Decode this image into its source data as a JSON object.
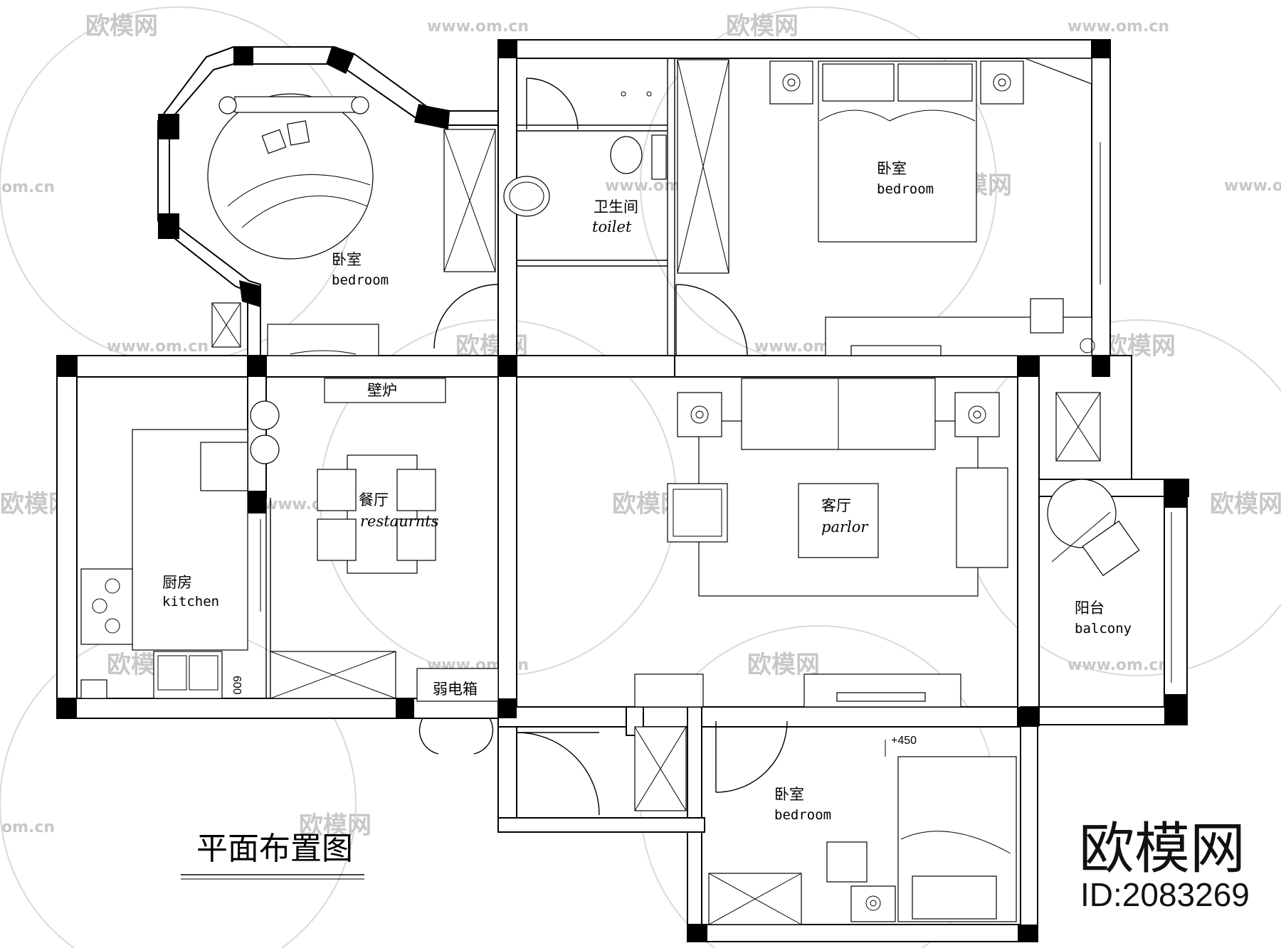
{
  "rooms": {
    "bedroom_top_left": {
      "cn": "卧室",
      "en": "bedroom"
    },
    "toilet": {
      "cn": "卫生间",
      "en": "toilet"
    },
    "bedroom_master": {
      "cn": "卧室",
      "en": "bedroom"
    },
    "fireplace": {
      "cn": "壁炉"
    },
    "dining": {
      "cn": "餐厅",
      "en": "restaurnts"
    },
    "parlor": {
      "cn": "客厅",
      "en": "parlor"
    },
    "kitchen": {
      "cn": "厨房",
      "en": "kitchen"
    },
    "balcony": {
      "cn": "阳台",
      "en": "balcony"
    },
    "weak_box": {
      "cn": "弱电箱"
    },
    "bedroom_bottom": {
      "cn": "卧室",
      "en": "bedroom"
    }
  },
  "annotations": {
    "elevation": "+450",
    "sink_dim": "600"
  },
  "title": "平面布置图",
  "logo": {
    "name": "欧模网",
    "id": "ID:2083269"
  },
  "watermark": {
    "brand": "欧模网",
    "url": "www.om.cn",
    "url_short": "om.cn"
  }
}
